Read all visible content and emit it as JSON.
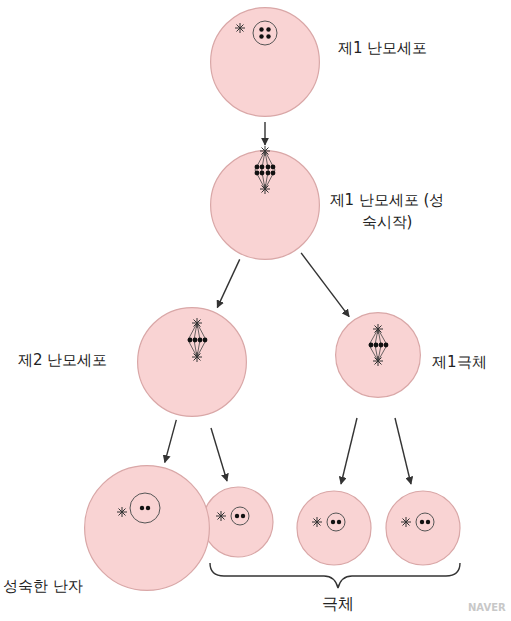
{
  "diagram": {
    "nodes": [
      {
        "text": [
          "제1 난모세포"
        ]
      },
      {
        "text": [
          "제1 난모세포 (성숙시작)"
        ]
      },
      {
        "text": [
          "제2 난모세포"
        ]
      },
      {
        "text": [
          "제1극체"
        ]
      },
      {
        "text": [
          "성숙한 난자"
        ]
      }
    ],
    "edges": [
      {
        "from": 0,
        "to": 1,
        "arrow": "to"
      },
      {
        "from": 1,
        "to": 2,
        "arrow": "to"
      },
      {
        "from": 1,
        "to": 3,
        "arrow": "to"
      },
      {
        "from": 2,
        "to": 4,
        "arrow": "to"
      }
    ],
    "labels": [
      "극체",
      "NAVER"
    ]
  }
}
